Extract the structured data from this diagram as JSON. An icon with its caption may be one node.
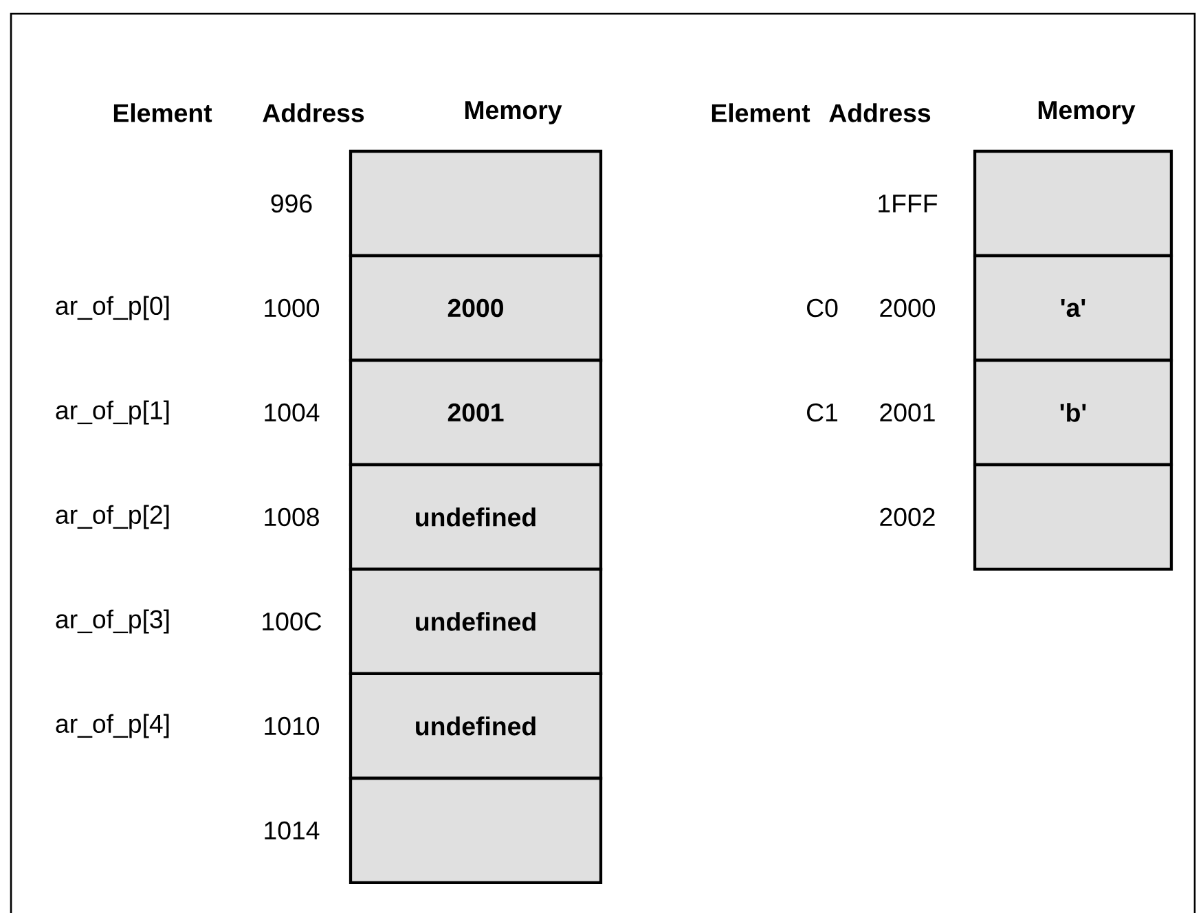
{
  "diagram": {
    "nodes": [
      {
        "text": [],
        "shape": "box"
      },
      {
        "text": [
          "2000"
        ]
      },
      {
        "text": [
          "2001"
        ]
      },
      {
        "text": [
          "undefined"
        ]
      },
      {
        "text": [
          "undefined"
        ]
      },
      {
        "text": [
          "undefined"
        ]
      },
      {
        "text": [],
        "shape": "box"
      },
      {
        "text": [],
        "shape": "box"
      },
      {
        "text": [
          "'a'"
        ]
      },
      {
        "text": [
          "'b'"
        ]
      },
      {
        "text": [],
        "shape": "box"
      }
    ],
    "labels": [
      "Element",
      "Address",
      "Memory",
      "Element",
      "Address",
      "Memory",
      "996",
      "ar_of_p[0]",
      "1000",
      "ar_of_p[1]",
      "1004",
      "ar_of_p[2]",
      "1008",
      "ar_of_p[3]",
      "100C",
      "ar_of_p[4]",
      "1010",
      "1014",
      "1FFF",
      "C0",
      "2000",
      "C1",
      "2001",
      "2002"
    ]
  }
}
